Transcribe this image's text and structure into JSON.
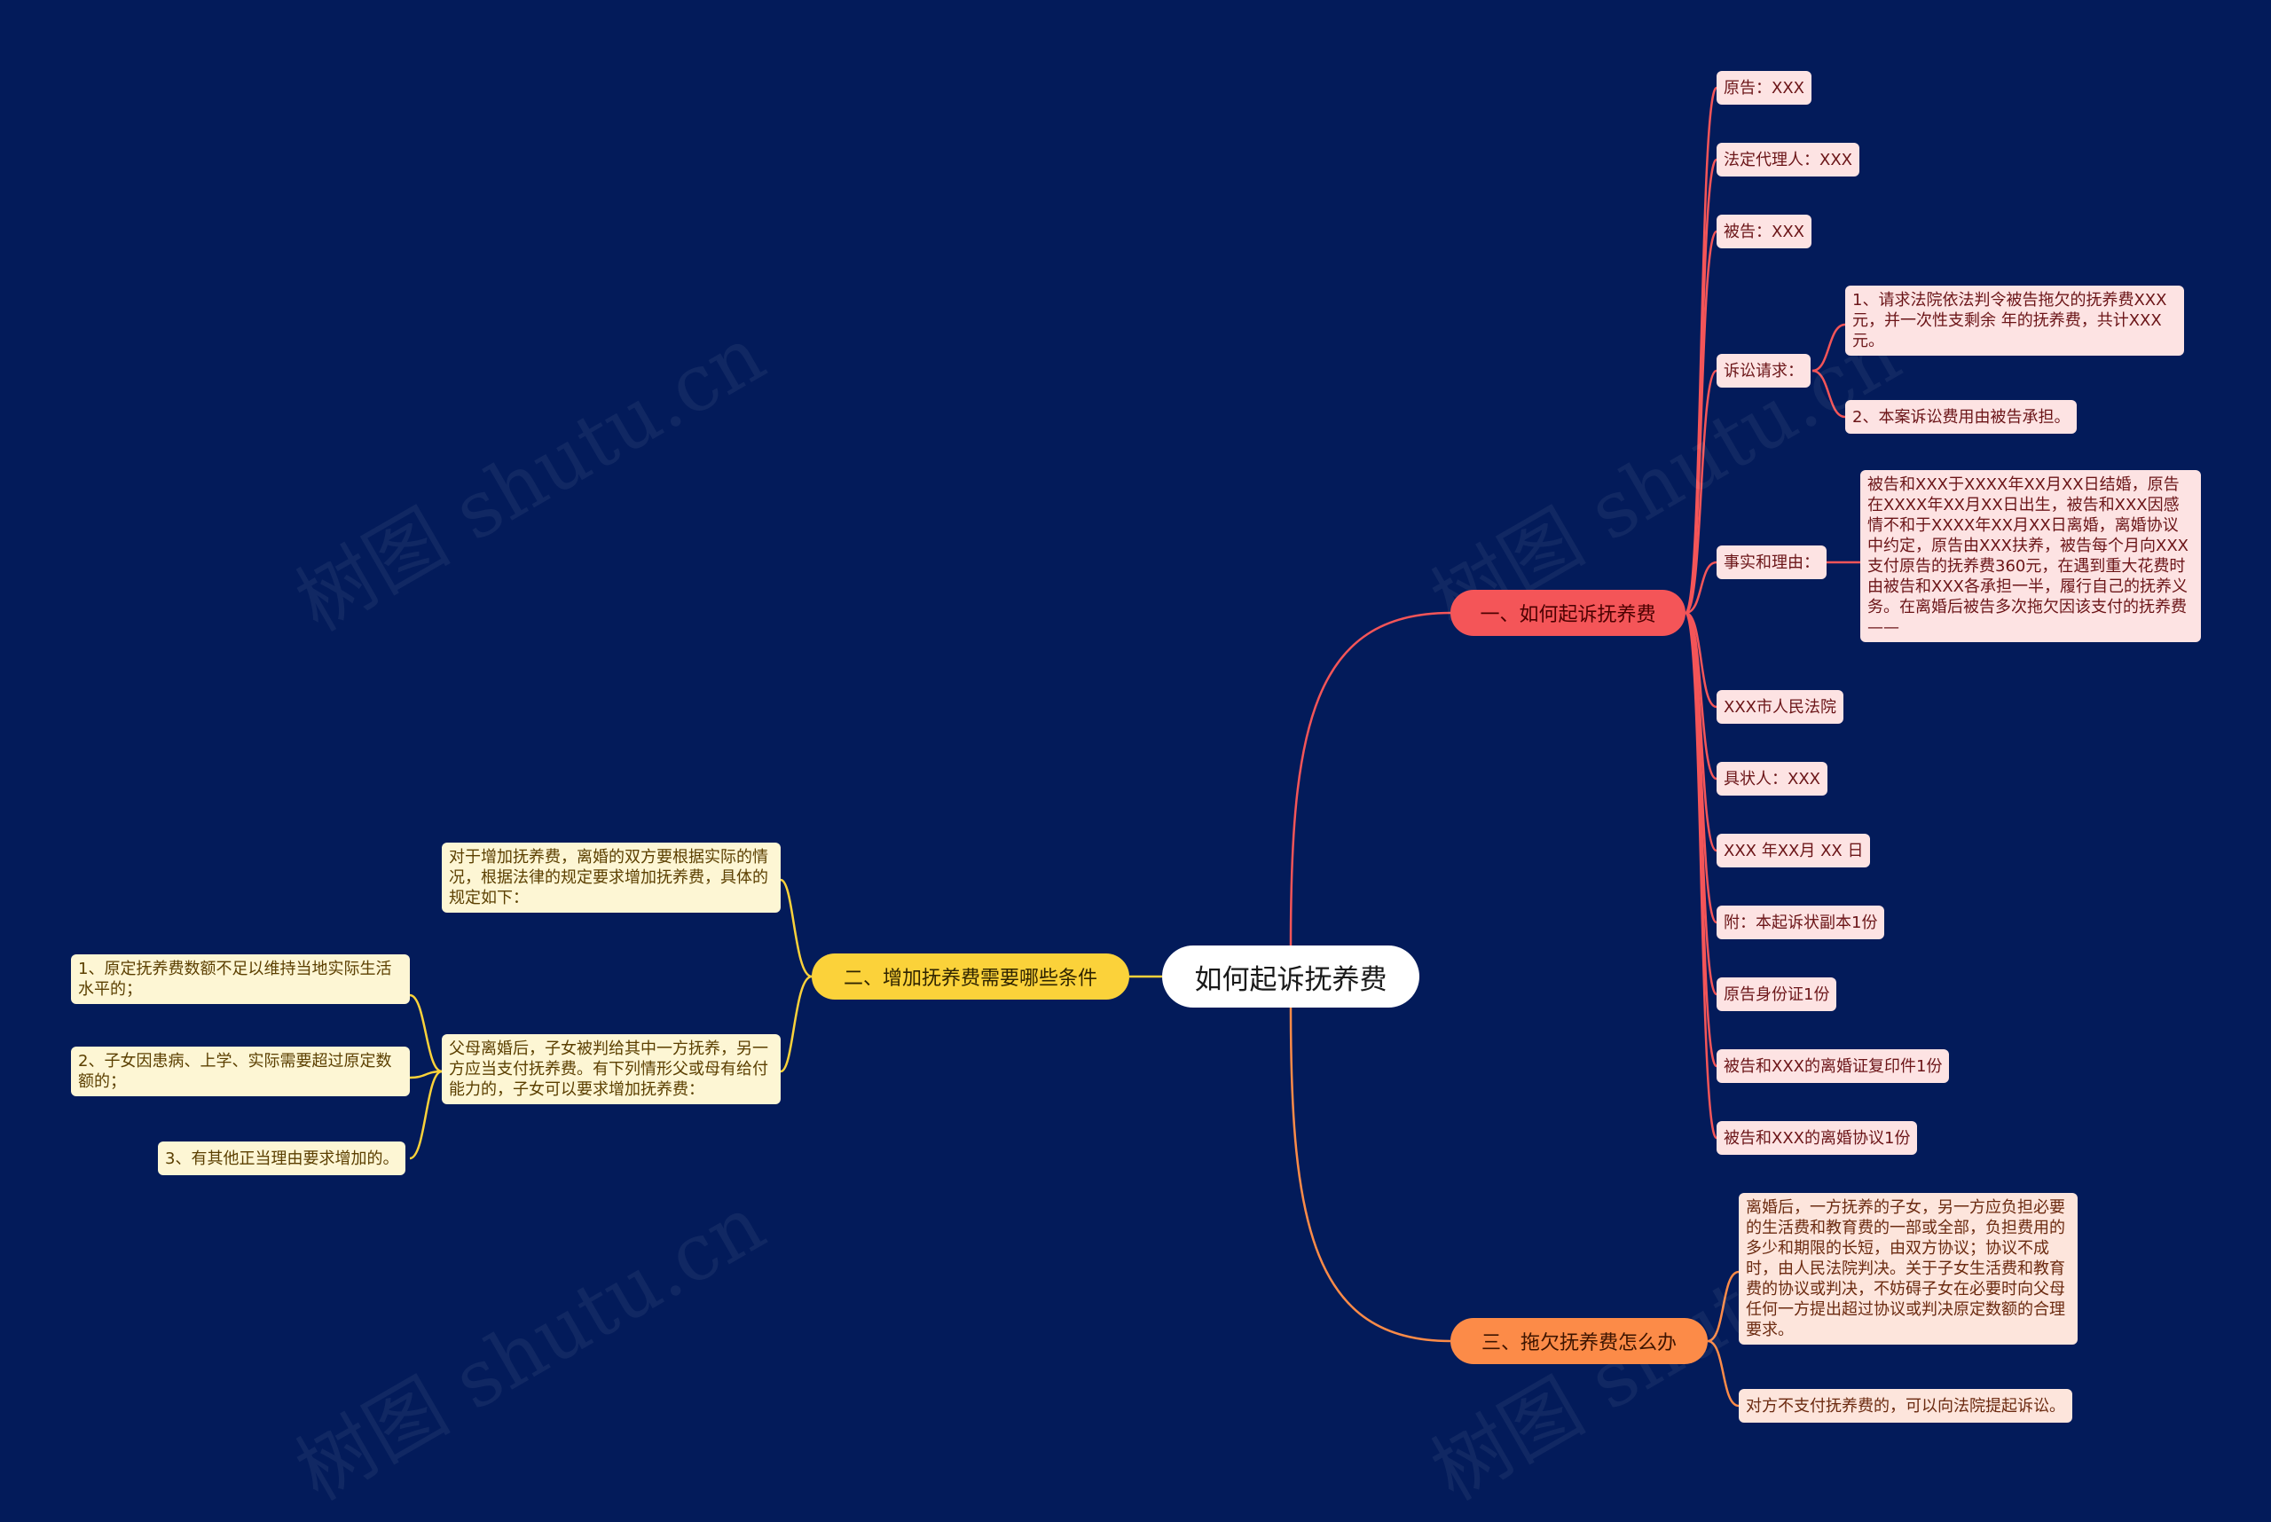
{
  "root": "如何起诉抚养费",
  "branches": {
    "b1": {
      "label": "一、如何起诉抚养费",
      "items": {
        "plaintiff": "原告：XXX",
        "agent": "法定代理人：XXX",
        "defendant": "被告：XXX",
        "claims": "诉讼请求：",
        "claim1": "1、请求法院依法判令被告拖欠的抚养费XXX元，并一次性支剩余 年的抚养费，共计XXX元。",
        "claim2": "2、本案诉讼费用由被告承担。",
        "facts": "事实和理由：",
        "facts_text": "被告和XXX于XXXX年XX月XX日结婚，原告在XXXX年XX月XX日出生，被告和XXX因感情不和于XXXX年XX月XX日离婚，离婚协议中约定，原告由XXX扶养，被告每个月向XXX支付原告的抚养费360元，在遇到重大花费时由被告和XXX各承担一半，履行自己的抚养义务。在离婚后被告多次拖欠因该支付的抚养费——",
        "court": "XXX市人民法院",
        "applicant": "具状人：XXX",
        "date": "XXX 年XX月 XX 日",
        "attach1": "附：本起诉状副本1份",
        "attach2": "原告身份证1份",
        "attach3": "被告和XXX的离婚证复印件1份",
        "attach4": "被告和XXX的离婚协议1份"
      }
    },
    "b2": {
      "label": "二、增加抚养费需要哪些条件",
      "items": {
        "intro": "对于增加抚养费，离婚的双方要根据实际的情况，根据法律的规定要求增加抚养费，具体的规定如下：",
        "cond": "父母离婚后，子女被判给其中一方抚养，另一方应当支付抚养费。有下列情形父或母有给付能力的，子女可以要求增加抚养费：",
        "c1": "1、原定抚养费数额不足以维持当地实际生活水平的；",
        "c2": "2、子女因患病、上学、实际需要超过原定数额的；",
        "c3": "3、有其他正当理由要求增加的。"
      }
    },
    "b3": {
      "label": "三、拖欠抚养费怎么办",
      "items": {
        "t1": "离婚后，一方抚养的子女，另一方应负担必要的生活费和教育费的一部或全部，负担费用的多少和期限的长短，由双方协议；协议不成时，由人民法院判决。关于子女生活费和教育费的协议或判决，不妨碍子女在必要时向父母任何一方提出超过协议或判决原定数额的合理要求。",
        "t2": "对方不支付抚养费的，可以向法院提起诉讼。"
      }
    }
  },
  "watermark": "树图 shutu.cn",
  "colors": {
    "background": "#031b5a",
    "branch1": "#f45558",
    "branch2": "#fbd23a",
    "branch3": "#fc8b48"
  }
}
